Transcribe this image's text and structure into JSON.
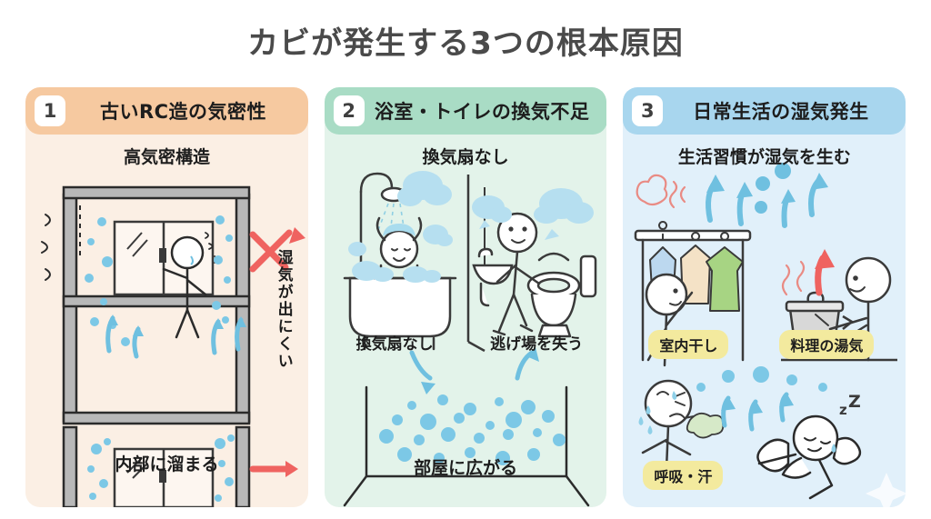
{
  "title": "カビが発生する3つの根本原因",
  "colors": {
    "title_text": "#4a4a4a",
    "panel1_header": "#f6c9a0",
    "panel1_body": "#fbefe4",
    "panel2_header": "#a9dcc5",
    "panel2_body": "#e3f3ea",
    "panel3_header": "#a8d6ee",
    "panel3_body": "#e1f0fa",
    "chip": "#f3ea9e",
    "moisture_blue": "#6fc0e0",
    "accent_red": "#ef6360",
    "line": "#2b2b2b"
  },
  "panels": [
    {
      "number": "1",
      "header": "古いRC造の気密性",
      "subtitle": "高気密構造",
      "vertical_note": "湿気が出にくい",
      "caption": "内部に溜まる"
    },
    {
      "number": "2",
      "header": "浴室・トイレの換気不足",
      "subtitle": "換気扇なし",
      "label_left": "換気扇なし",
      "label_right": "逃げ場を失う",
      "caption": "部屋に広がる"
    },
    {
      "number": "3",
      "header": "日常生活の湿気発生",
      "subtitle": "生活習慣が湿気を生む",
      "chips": [
        "室内干し",
        "料理の湯気",
        "呼吸・汗"
      ],
      "sleep_marks": "zZ"
    }
  ]
}
